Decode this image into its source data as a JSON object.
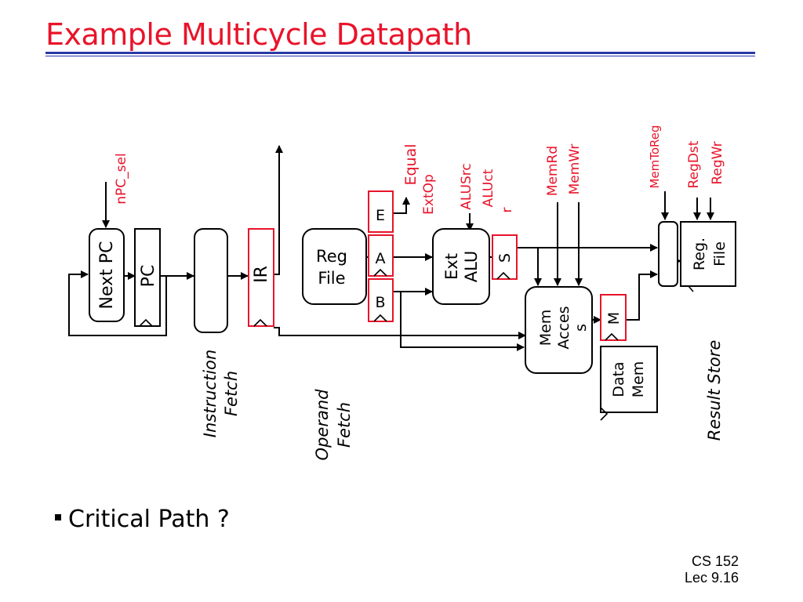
{
  "slide": {
    "title": "Example Multicycle Datapath",
    "bullet": "Critical Path ?",
    "footer_line1": "CS 152",
    "footer_line2": "Lec 9.16"
  },
  "colors": {
    "title": "#e8142a",
    "rule": "#2a3aa8",
    "control_signal": "#e8142a",
    "register_box": "#e8142a"
  },
  "blocks": {
    "next_pc": "Next PC",
    "pc": "PC",
    "ir": "IR",
    "reg_file_line1": "Reg",
    "reg_file_line2": "File",
    "reg_e": "E",
    "reg_a": "A",
    "reg_b": "B",
    "ext_alu_line1": "Ext",
    "ext_alu_line2": "ALU",
    "reg_s": "S",
    "mem_access_line1": "Mem",
    "mem_access_line2": "Acces",
    "mem_access_line3": "s",
    "reg_m": "M",
    "data_mem_line1": "Data",
    "data_mem_line2": "Mem",
    "result_reg_file_line1": "Reg.",
    "result_reg_file_line2": "File"
  },
  "signals": {
    "npc_sel": "nPC_sel",
    "equal": "Equal",
    "extop": "ExtOp",
    "alusrc": "ALUSrc",
    "aluctr_line1": "ALUct",
    "aluctr_line2": "r",
    "memrd": "MemRd",
    "memwr": "MemWr",
    "memtoreg": "MemToReg",
    "regdst": "RegDst",
    "regwr": "RegWr"
  },
  "stages": {
    "instruction_fetch_line1": "Instruction",
    "instruction_fetch_line2": "Fetch",
    "operand_fetch_line1": "Operand",
    "operand_fetch_line2": "Fetch",
    "result_store": "Result Store"
  }
}
